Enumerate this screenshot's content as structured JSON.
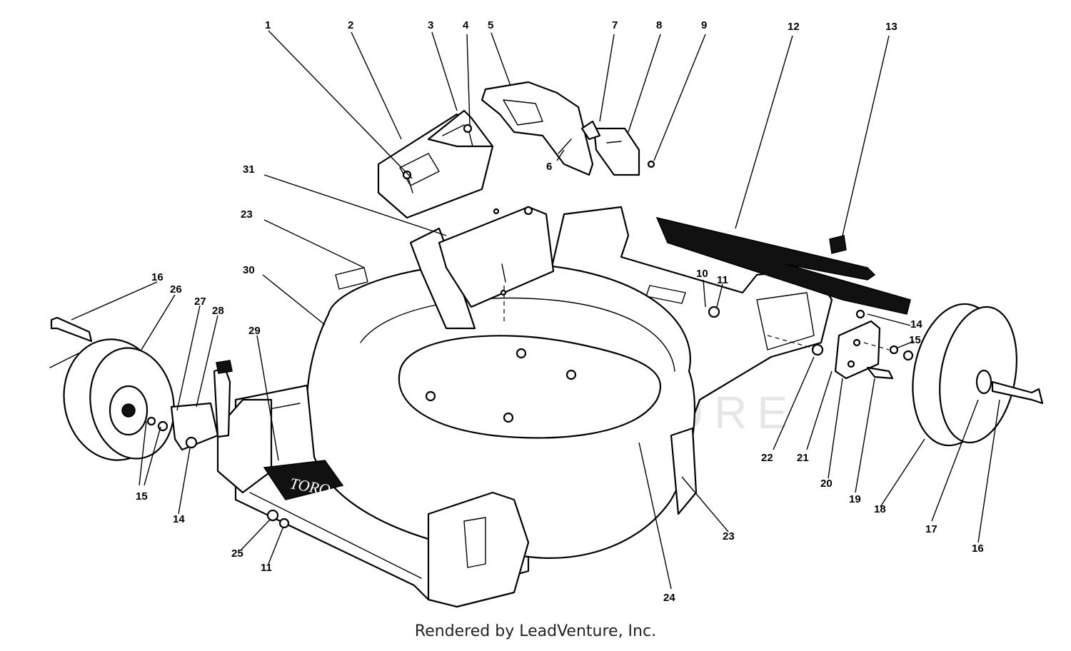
{
  "watermark": "LEADVENTURE",
  "brand_label": "TORO",
  "footer_text": "Rendered by LeadVenture, Inc.",
  "callouts": [
    "1",
    "2",
    "3",
    "4",
    "5",
    "7",
    "8",
    "9",
    "12",
    "13",
    "31",
    "23",
    "6",
    "30",
    "16",
    "26",
    "27",
    "28",
    "29",
    "10",
    "11",
    "14",
    "15",
    "22",
    "21",
    "20",
    "19",
    "18",
    "17",
    "16",
    "25",
    "11",
    "15",
    "14",
    "24",
    "23"
  ]
}
